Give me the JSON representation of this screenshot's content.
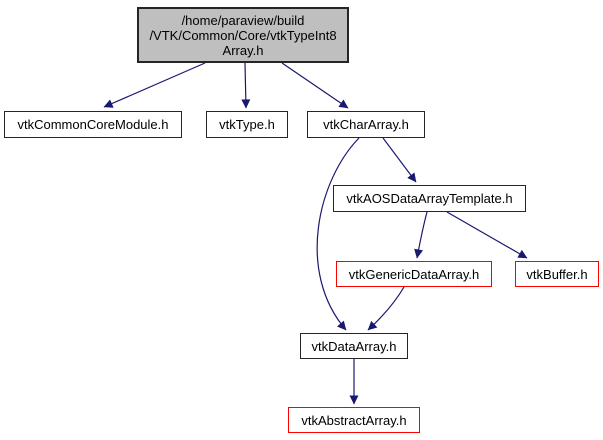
{
  "diagram": {
    "kind": "doxygen-include-dependency-graph",
    "colors": {
      "edge": "#191970",
      "root_node_fill": "#bfbfbf",
      "node_fill": "#ffffff",
      "node_border": "#252525",
      "truncated_node_border": "#ff0000",
      "text": "#000000",
      "background": "#ffffff"
    },
    "nodes": [
      {
        "id": "root",
        "type": "root",
        "label": "/home/paraview/build /VTK/Common/Core/vtkTypeInt8 Array.h",
        "lines": [
          "/home/paraview/build",
          "/VTK/Common/Core/vtkTypeInt8",
          "Array.h"
        ]
      },
      {
        "id": "vtkCommonCoreModule",
        "type": "normal",
        "label": "vtkCommonCoreModule.h"
      },
      {
        "id": "vtkType",
        "type": "normal",
        "label": "vtkType.h"
      },
      {
        "id": "vtkCharArray",
        "type": "normal",
        "label": "vtkCharArray.h"
      },
      {
        "id": "vtkAOSDataArrayTemplate",
        "type": "normal",
        "label": "vtkAOSDataArrayTemplate.h"
      },
      {
        "id": "vtkGenericDataArray",
        "type": "truncated",
        "label": "vtkGenericDataArray.h"
      },
      {
        "id": "vtkBuffer",
        "type": "truncated",
        "label": "vtkBuffer.h"
      },
      {
        "id": "vtkDataArray",
        "type": "normal",
        "label": "vtkDataArray.h"
      },
      {
        "id": "vtkAbstractArray",
        "type": "truncated",
        "label": "vtkAbstractArray.h"
      }
    ],
    "edges": [
      {
        "from": "root",
        "to": "vtkCommonCoreModule"
      },
      {
        "from": "root",
        "to": "vtkType"
      },
      {
        "from": "root",
        "to": "vtkCharArray"
      },
      {
        "from": "vtkCharArray",
        "to": "vtkDataArray"
      },
      {
        "from": "vtkCharArray",
        "to": "vtkAOSDataArrayTemplate"
      },
      {
        "from": "vtkAOSDataArrayTemplate",
        "to": "vtkGenericDataArray"
      },
      {
        "from": "vtkAOSDataArrayTemplate",
        "to": "vtkBuffer"
      },
      {
        "from": "vtkGenericDataArray",
        "to": "vtkDataArray"
      },
      {
        "from": "vtkDataArray",
        "to": "vtkAbstractArray"
      }
    ]
  }
}
